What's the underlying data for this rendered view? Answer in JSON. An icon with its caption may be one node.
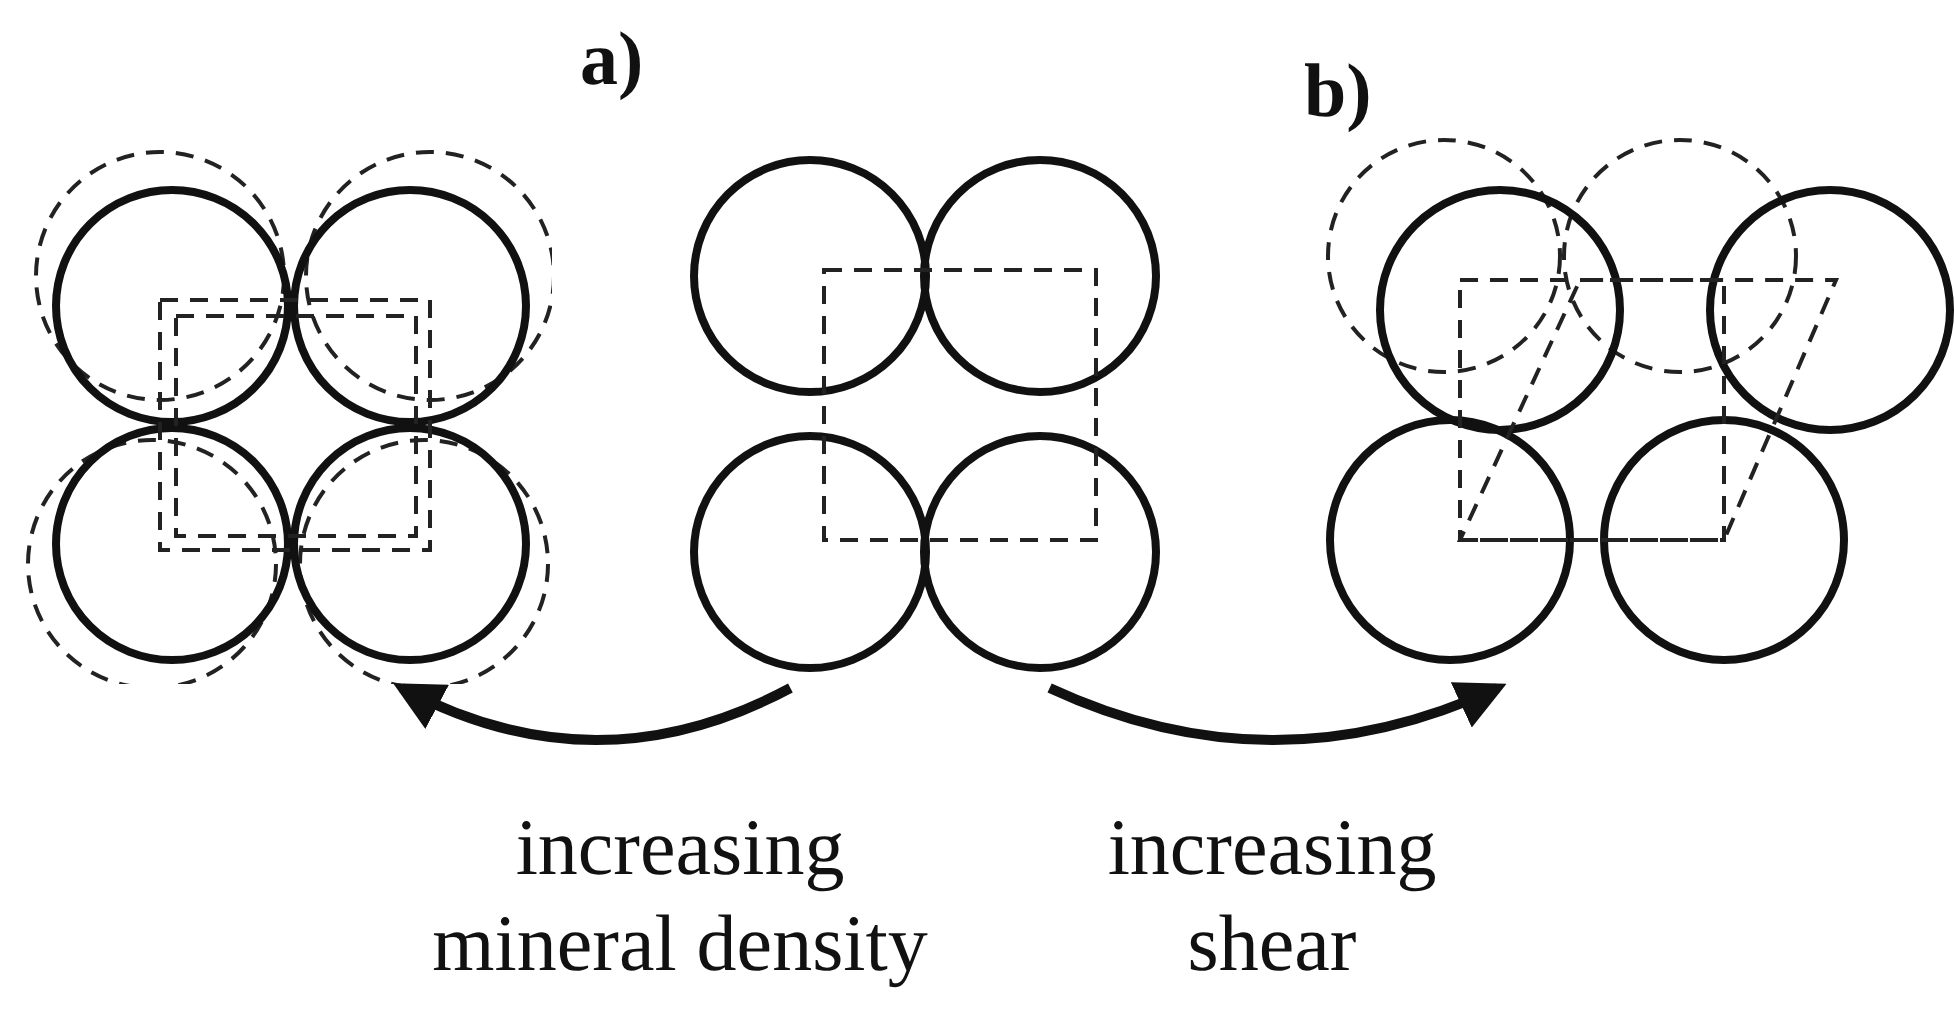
{
  "diagram": {
    "nodes": [
      {
        "text": [],
        "shape": "picture"
      },
      {
        "text": [],
        "shape": "picture"
      },
      {
        "text": [],
        "shape": "picture"
      }
    ],
    "edges": [
      {
        "from": 1,
        "to": 0,
        "arrow": "to",
        "label": "increasing mineral density"
      },
      {
        "from": 1,
        "to": 2,
        "arrow": "to",
        "label": "increasing shear"
      }
    ],
    "labels": [
      "a)",
      "b)"
    ]
  }
}
